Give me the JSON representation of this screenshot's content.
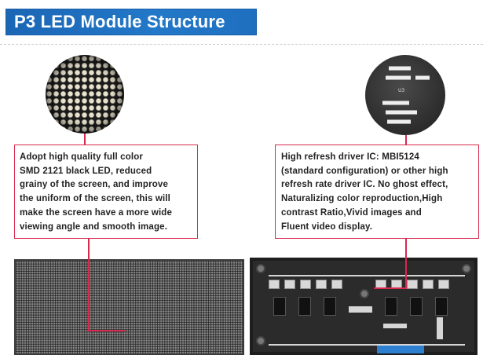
{
  "title": "P3 LED Module Structure",
  "left_callout": {
    "lines": [
      "Adopt high quality full color",
      "SMD 2121 black LED, reduced",
      "grainy of the screen, and improve",
      "the uniform of the screen, this will",
      "make the screen have a more wide",
      "viewing angle and smooth image."
    ]
  },
  "right_callout": {
    "lines": [
      "High refresh driver IC: MBI5124",
      "(standard configuration) or other high",
      "refresh rate driver IC. No ghost effect,",
      "Naturalizing color reproduction,High",
      "contrast Ratio,Vivid images and",
      "Fluent video display."
    ]
  },
  "pcb_zoom_label": "U3",
  "colors": {
    "banner_blue": "#1f6fbf",
    "callout_red": "#d8294e",
    "text_dark": "#222222"
  }
}
